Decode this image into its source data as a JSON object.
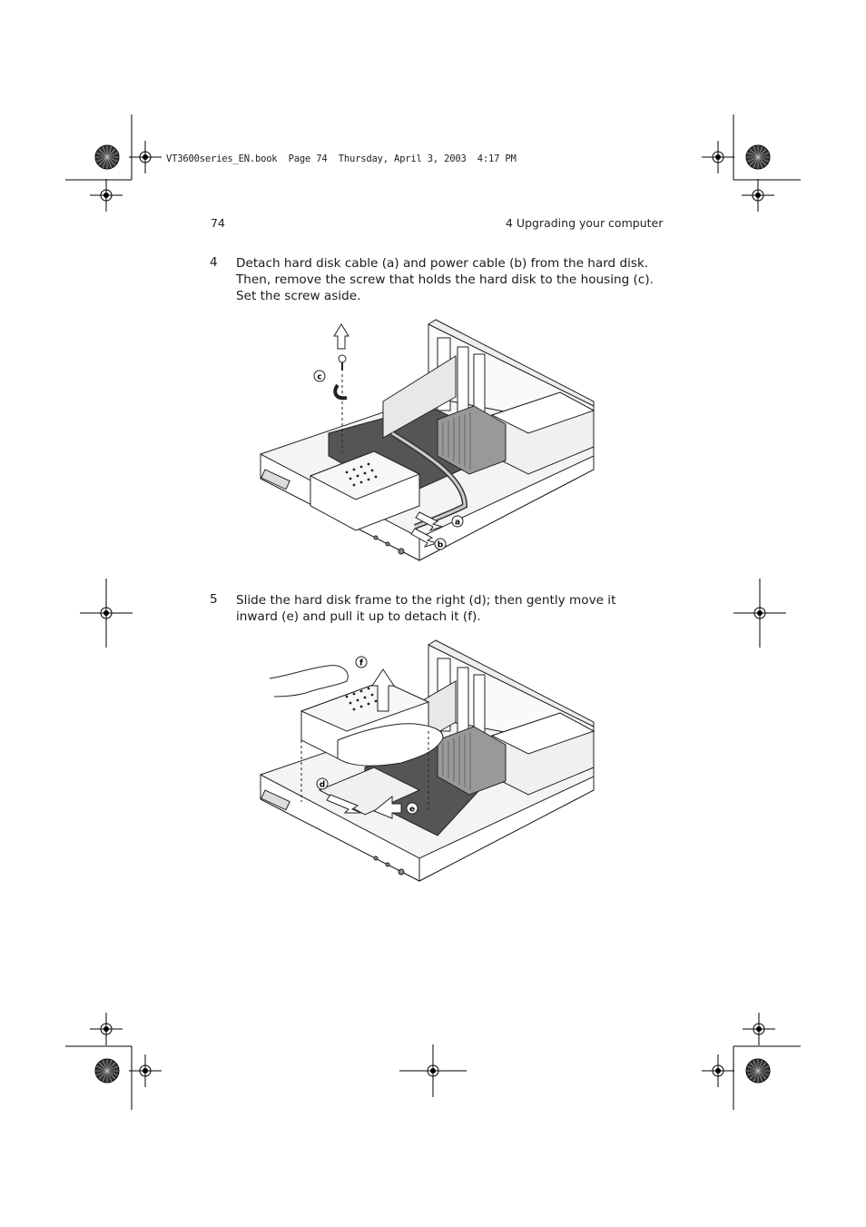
{
  "slug": "VT3600series_EN.book  Page 74  Thursday, April 3, 2003  4:17 PM",
  "header": {
    "page_number": "74",
    "chapter": "4 Upgrading your computer"
  },
  "steps": [
    {
      "number": "4",
      "lines": [
        "Detach hard disk cable (a) and power cable (b) from the hard disk.",
        "Then, remove the screw that holds the hard disk to the housing (c).",
        "Set the screw aside."
      ]
    },
    {
      "number": "5",
      "lines": [
        "Slide the hard disk frame to the right (d); then gently move it",
        "inward (e) and pull it up to detach it  (f)."
      ]
    }
  ],
  "figure1": {
    "callouts": [
      "a",
      "b",
      "c"
    ]
  },
  "figure2": {
    "callouts": [
      "d",
      "e",
      "f"
    ]
  }
}
